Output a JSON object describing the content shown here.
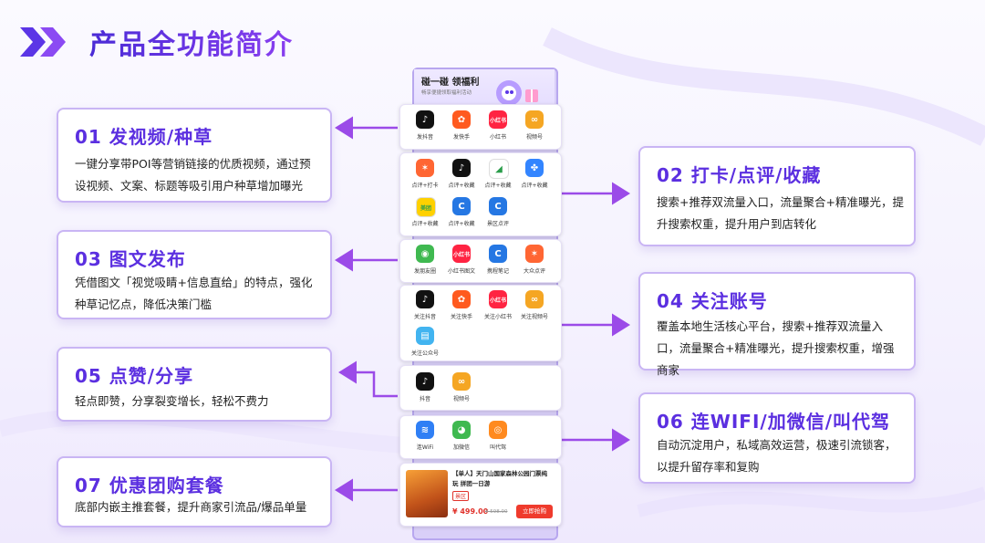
{
  "page_title": "产品全功能简介",
  "sections": [
    {
      "title": "01 发视频/种草",
      "desc": "一键分享带POI等营销链接的优质视频，通过预设视频、文案、标题等吸引用户种草增加曝光"
    },
    {
      "title": "02 打卡/点评/收藏",
      "desc": "搜索+推荐双流量入口，流量聚合+精准曝光，提升搜索权重，提升用户到店转化"
    },
    {
      "title": "03 图文发布",
      "desc": "凭借图文「视觉吸睛+信息直给」的特点，强化种草记忆点，降低决策门槛"
    },
    {
      "title": "04 关注账号",
      "desc": "覆盖本地生活核心平台，搜索+推荐双流量入口，流量聚合+精准曝光，提升搜索权重，增强商家"
    },
    {
      "title": "05 点赞/分享",
      "desc": "轻点即赞，分享裂变增长，轻松不费力"
    },
    {
      "title": "06 连WIFI/加微信/叫代驾",
      "desc": "自动沉淀用户，私域高效运营，极速引流锁客，以提升留存率和复购"
    },
    {
      "title": "07 优惠团购套餐",
      "desc": "底部内嵌主推套餐，提升商家引流品/爆品单量"
    }
  ],
  "phone": {
    "header_title": "碰一碰 领福利",
    "header_sub": "畅享便捷领取福利活动",
    "groups": {
      "video": [
        {
          "label": "发抖音",
          "icon": "douyin-icon",
          "color": "#111111",
          "glyph": "♪"
        },
        {
          "label": "发快手",
          "icon": "kuaishou-icon",
          "color": "#ff5a1f",
          "glyph": "✿"
        },
        {
          "label": "小红书",
          "icon": "xiaohongshu-icon",
          "color": "#ff2442",
          "glyph": "小红书"
        },
        {
          "label": "视频号",
          "icon": "shipinhao-icon",
          "color": "#f5a623",
          "glyph": "∞"
        }
      ],
      "checkin": [
        {
          "label": "点评+打卡",
          "icon": "dianping-icon",
          "color": "#ff6633",
          "glyph": "✶"
        },
        {
          "label": "点评+收藏",
          "icon": "douyin-icon",
          "color": "#111111",
          "glyph": "♪"
        },
        {
          "label": "点评+收藏",
          "icon": "gaode-icon",
          "color": "#ffffff",
          "glyph": "◢"
        },
        {
          "label": "点评+收藏",
          "icon": "baidu-map-icon",
          "color": "#3385ff",
          "glyph": "✤"
        },
        {
          "label": "点评+收藏",
          "icon": "meituan-icon",
          "color": "#ffd100",
          "glyph": "美团"
        },
        {
          "label": "点评+收藏",
          "icon": "ctrip-icon",
          "color": "#2577e3",
          "glyph": "C"
        },
        {
          "label": "景区点评",
          "icon": "ctrip-icon",
          "color": "#2577e3",
          "glyph": "C"
        }
      ],
      "post": [
        {
          "label": "发朋友圈",
          "icon": "moments-icon",
          "color": "#3fb950",
          "glyph": "◉"
        },
        {
          "label": "小红书图文",
          "icon": "xiaohongshu-icon",
          "color": "#ff2442",
          "glyph": "小红书"
        },
        {
          "label": "携程笔记",
          "icon": "ctrip-icon",
          "color": "#2577e3",
          "glyph": "C"
        },
        {
          "label": "大众点评",
          "icon": "dianping-icon",
          "color": "#ff6633",
          "glyph": "✶"
        }
      ],
      "follow": [
        {
          "label": "关注抖音",
          "icon": "douyin-icon",
          "color": "#111111",
          "glyph": "♪"
        },
        {
          "label": "关注快手",
          "icon": "kuaishou-icon",
          "color": "#ff5a1f",
          "glyph": "✿"
        },
        {
          "label": "关注小红书",
          "icon": "xiaohongshu-icon",
          "color": "#ff2442",
          "glyph": "小红书"
        },
        {
          "label": "关注视频号",
          "icon": "shipinhao-icon",
          "color": "#f5a623",
          "glyph": "∞"
        },
        {
          "label": "关注公众号",
          "icon": "official-account-icon",
          "color": "#42b4f0",
          "glyph": "▤"
        }
      ],
      "like": [
        {
          "label": "抖音",
          "icon": "douyin-icon",
          "color": "#111111",
          "glyph": "♪"
        },
        {
          "label": "视频号",
          "icon": "shipinhao-icon",
          "color": "#f5a623",
          "glyph": "∞"
        }
      ],
      "util": [
        {
          "label": "连WiFi",
          "icon": "wifi-icon",
          "color": "#2f7ff5",
          "glyph": "≋"
        },
        {
          "label": "加微信",
          "icon": "wechat-icon",
          "color": "#3fb950",
          "glyph": "◕"
        },
        {
          "label": "叫代驾",
          "icon": "steering-wheel-icon",
          "color": "#ff8a1f",
          "glyph": "◎"
        }
      ]
    },
    "deal": {
      "title": "【单人】天门山国家森林公园门票纯玩 拼团一日游",
      "tag": "景区",
      "price": "¥ 499.00",
      "old_price": "¥ 598.00",
      "button": "立即抢购"
    }
  }
}
